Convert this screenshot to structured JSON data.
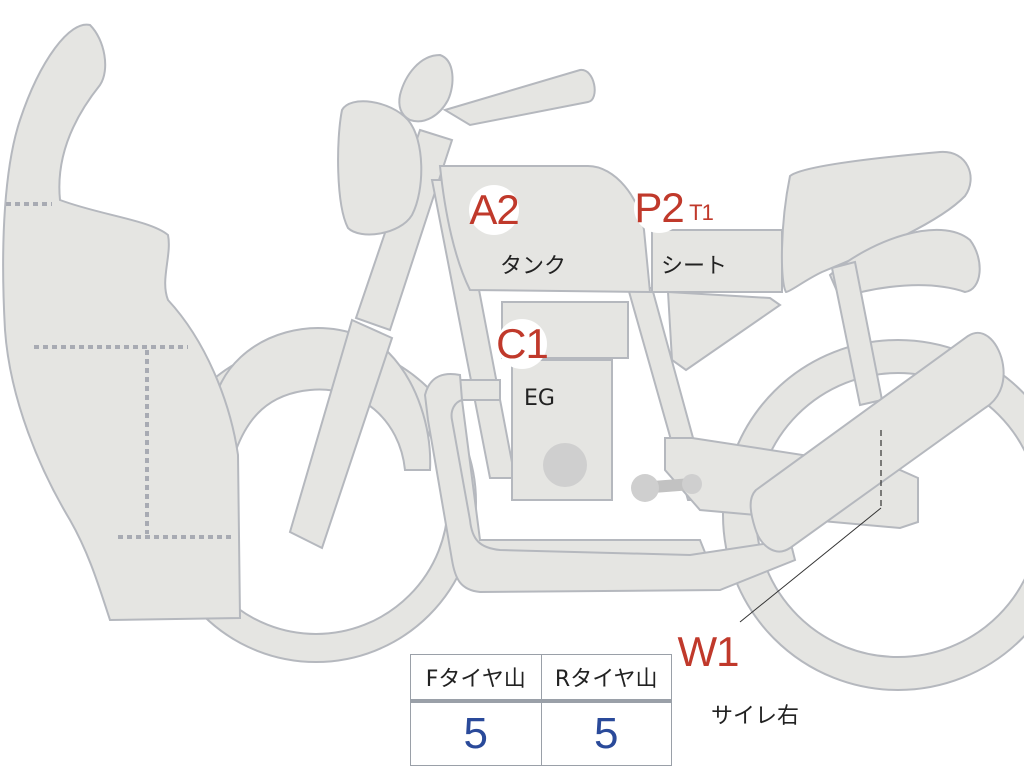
{
  "markers": [
    {
      "code": "A2",
      "label": "タンク"
    },
    {
      "code": "P2",
      "label": "シート"
    },
    {
      "code": "T1",
      "label": ""
    },
    {
      "code": "C1",
      "label": "EG"
    },
    {
      "code": "W1",
      "label": "サイレ右"
    }
  ],
  "tire_table": {
    "headers": [
      "Fタイヤ山",
      "Rタイヤ山"
    ],
    "values": [
      "5",
      "5"
    ]
  },
  "colors": {
    "marker_code": "#c0392b",
    "value_text": "#2a4a9a",
    "part_fill": "#e5e5e2",
    "part_outline": "#b5b8be"
  }
}
